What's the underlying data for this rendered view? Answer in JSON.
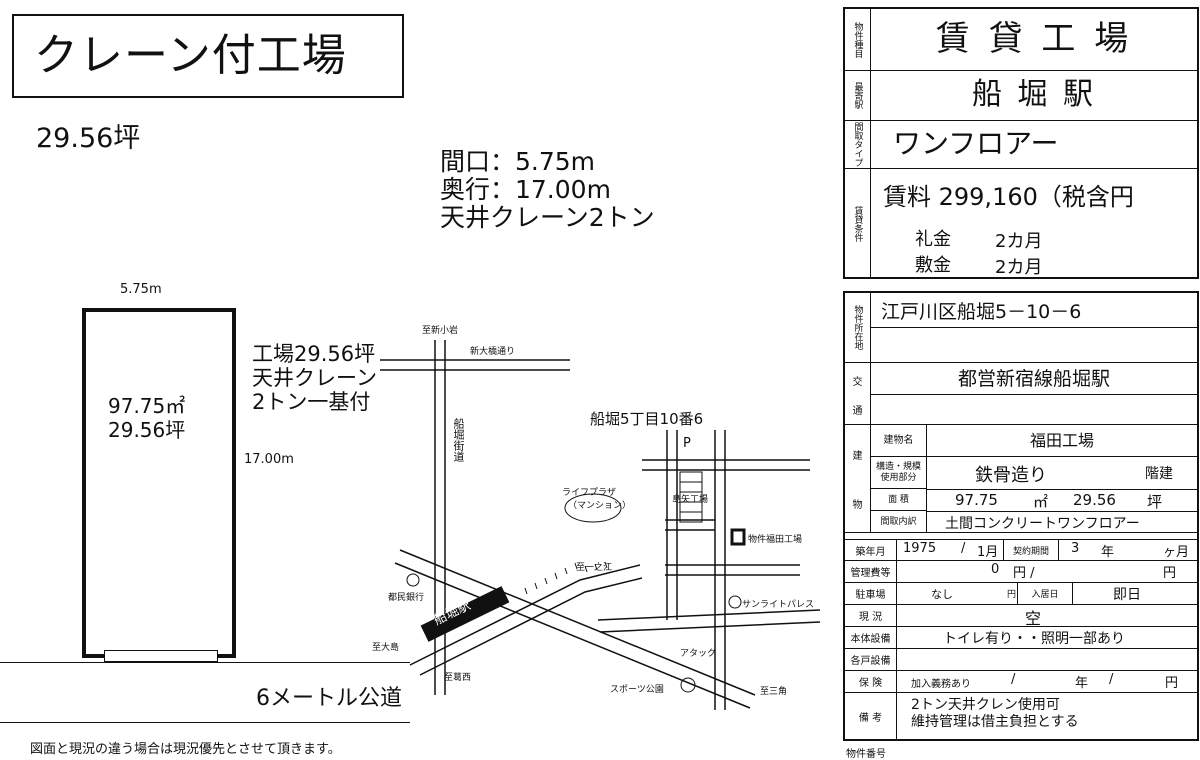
{
  "listing": {
    "title": "クレーン付工場",
    "area_tsubo": "29.56坪",
    "frontage": "間口：5.75m",
    "depth": "奥行：17.00m",
    "crane": "天井クレーン2トン",
    "width_label": "5.75m",
    "length_label": "17.00m",
    "floor_sqm": "97.75㎡",
    "floor_tsubo": "29.56坪",
    "factory_note_1": "工場29.56坪",
    "factory_note_2": "天井クレーン",
    "factory_note_3": "2トン一基付",
    "road": "6メートル公道",
    "disclaimer": "図面と現況の違う場合は現況優先とさせて頂きます。"
  },
  "map": {
    "address": "船堀5丁目10番6",
    "parking": "P",
    "to_shinkoiwa": "至新小岩",
    "shin_ohashi": "新大橋通り",
    "funabori_kaido": "船堀街道",
    "life_plaza": "ライフプラザ",
    "mansion": "（マンション）",
    "shimaya": "島矢工場",
    "fukuda": "物件福田工場",
    "to_ichinoe": "至一之江",
    "tomin_bank": "都民銀行",
    "station": "船堀駅",
    "sunlight": "サンライトパレス",
    "to_ojima": "至大島",
    "to_kasainishi": "至葛西",
    "sports_park": "スポーツ公園",
    "ataku": "アタック",
    "to_mizue": "至三角"
  },
  "info": {
    "type_label": "物件種目",
    "type_value": "賃 貸 工 場",
    "station_label": "最寄駅",
    "station_value": "船 堀 駅",
    "layout_label": "間取タイプ",
    "layout_value": "ワンフロアー",
    "terms_label": "賃貸条件",
    "rent": "賃料 299,160（税含円",
    "key_money_label": "礼金",
    "key_money": "2カ月",
    "deposit_label": "敷金",
    "deposit": "2カ月"
  },
  "detail": {
    "location_label": "物件所在地",
    "address": "江戸川区船堀5－10－6",
    "transit_label_1": "交",
    "transit_label_2": "通",
    "transit": "都営新宿線船堀駅",
    "building_label_1": "建",
    "building_label_2": "物",
    "name_label": "建物名",
    "name": "福田工場",
    "structure_label": "構造・規模 使用部分",
    "structure": "鉄骨造り",
    "floors": "階建",
    "area_label": "面 積",
    "area_sqm": "97.75",
    "sqm_unit": "㎡",
    "area_tsubo": "29.56",
    "tsubo_unit": "坪",
    "layout_label": "間取内訳",
    "layout": "土間コンクリートワンフロアー",
    "built_label": "築年月",
    "built_year": "1975",
    "built_sep": "/",
    "built_month": "1月",
    "contract_label": "契約期間",
    "contract_years": "3",
    "year_unit": "年",
    "month_unit": "ヶ月",
    "mgmt_label": "管理費等",
    "mgmt_value": "0",
    "yen_per": "円 /",
    "yen": "円",
    "parking_label": "駐車場",
    "parking_value": "なし",
    "parking_yen": "円",
    "movein_label": "入居日",
    "movein": "即日",
    "status_label": "現 況",
    "status": "空",
    "equipment_label": "本体設備",
    "equipment": "トイレ有り・・照明一部あり",
    "misc_label": "各戸設備",
    "insurance_label": "保 険",
    "insurance": "加入義務あり",
    "ins_slash1": "/",
    "ins_year": "年",
    "ins_slash2": "/",
    "ins_yen": "円",
    "remarks_label": "備 考",
    "remarks_1": "2トン天井クレン使用可",
    "remarks_2": "維持管理は借主負担とする",
    "property_no_label": "物件番号"
  }
}
